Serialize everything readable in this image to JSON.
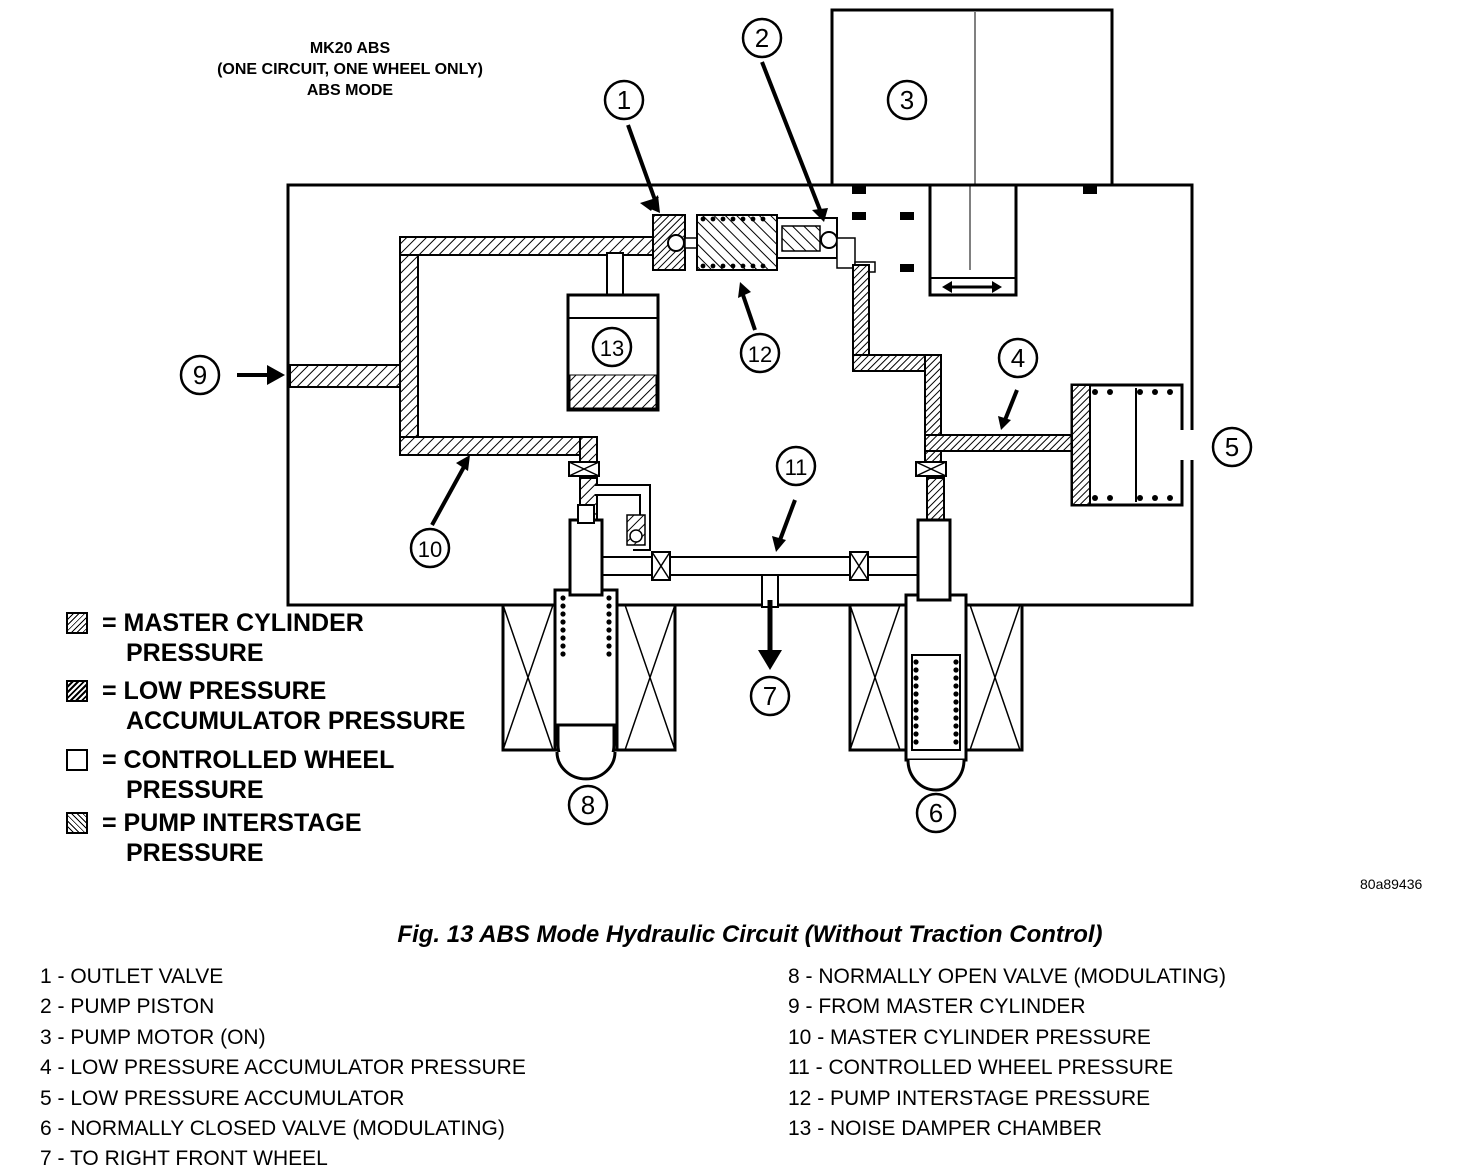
{
  "header": {
    "line1": "MK20 ABS",
    "line2": "(ONE CIRCUIT, ONE WHEEL ONLY)",
    "line3": "ABS MODE"
  },
  "callouts": [
    "1",
    "2",
    "3",
    "4",
    "5",
    "6",
    "7",
    "8",
    "9",
    "10",
    "11",
    "12",
    "13"
  ],
  "legend": [
    {
      "prefix": "= MASTER CYLINDER",
      "line2": "PRESSURE",
      "pattern": "master-cylinder-hatch"
    },
    {
      "prefix": "= LOW PRESSURE",
      "line2": "ACCUMULATOR PRESSURE",
      "pattern": "low-pressure-hatch"
    },
    {
      "prefix": "= CONTROLLED WHEEL",
      "line2": "PRESSURE",
      "pattern": "blank"
    },
    {
      "prefix": "= PUMP INTERSTAGE",
      "line2": "PRESSURE",
      "pattern": "interstage-hatch"
    }
  ],
  "figure_id": "80a89436",
  "caption": "Fig. 13 ABS Mode Hydraulic Circuit (Without Traction Control)",
  "parts_left": [
    "1 - OUTLET VALVE",
    "2 - PUMP PISTON",
    "3 - PUMP MOTOR (ON)",
    "4 - LOW PRESSURE ACCUMULATOR PRESSURE",
    "5 - LOW PRESSURE ACCUMULATOR",
    "6 - NORMALLY CLOSED VALVE (MODULATING)",
    "7 - TO RIGHT FRONT WHEEL"
  ],
  "parts_right": [
    "8 - NORMALLY OPEN VALVE (MODULATING)",
    "9 - FROM MASTER CYLINDER",
    "10 - MASTER CYLINDER PRESSURE",
    "11 - CONTROLLED WHEEL PRESSURE",
    "12 - PUMP INTERSTAGE PRESSURE",
    "13 - NOISE DAMPER CHAMBER"
  ]
}
